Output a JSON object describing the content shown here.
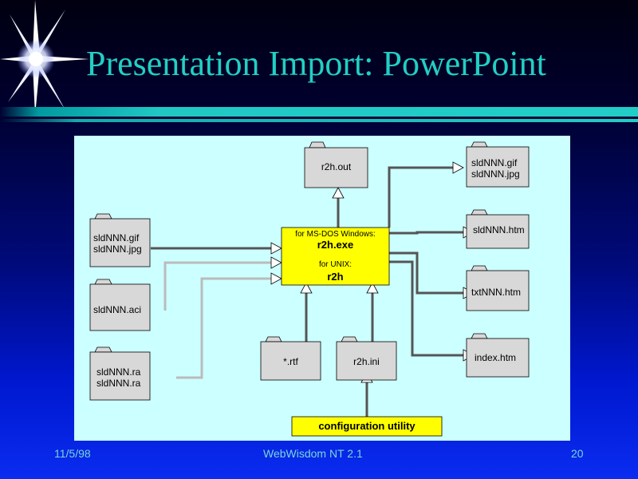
{
  "slide": {
    "title": "Presentation Import: PowerPoint",
    "footer": {
      "date": "11/5/98",
      "product": "WebWisdom NT 2.1",
      "page": "20"
    }
  },
  "diagram": {
    "center": {
      "dos_caption": "for MS-DOS Windows:",
      "dos_exe": "r2h.exe",
      "unix_caption": "for UNIX:",
      "unix_exe": "r2h"
    },
    "files": {
      "r2h_out": "r2h.out",
      "left_images": [
        "sldNNN.gif",
        "sldNNN.jpg"
      ],
      "left_audio": "sldNNN.aci",
      "left_media": [
        "sldNNN.ra",
        "sldNNN.ra"
      ],
      "right_images": [
        "sldNNN.gif",
        "sldNNN.jpg"
      ],
      "right_slide_html": "sldNNN.htm",
      "right_text_html": "txtNNN.htm",
      "right_index": "index.htm",
      "bottom_rtf": "*.rtf",
      "bottom_ini": "r2h.ini"
    },
    "config_utility": "configuration utility"
  }
}
